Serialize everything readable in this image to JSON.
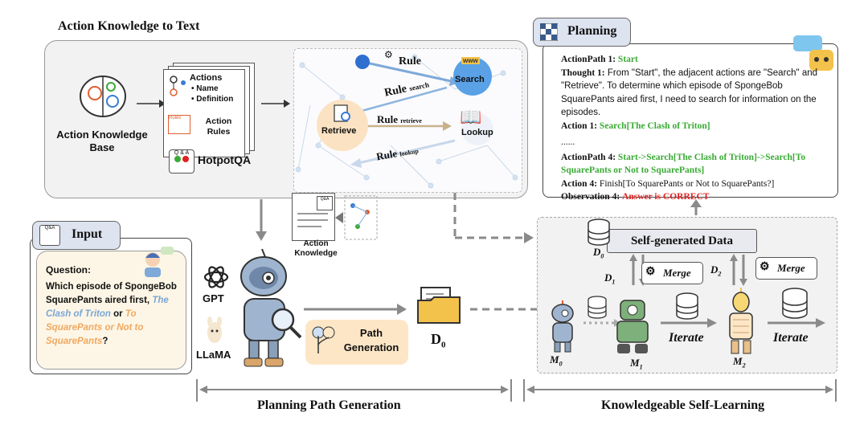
{
  "top_section": {
    "title": "Action Knowledge to Text",
    "kb_label": "Action Knowledge Base",
    "doc": {
      "actions": "Actions",
      "bullet_name": "Name",
      "bullet_definition": "Definition",
      "action_rules": "Action Rules",
      "rules_tag": "Rules"
    },
    "dataset_label": "HotpotQA",
    "qa_tag": "Q & A",
    "graph": {
      "rule": "Rule",
      "rule_search": "Rule",
      "rule_search_sub": "search",
      "rule_retrieve": "Rule",
      "rule_retrieve_sub": "retrieve",
      "rule_lookup": "Rule",
      "rule_lookup_sub": "lookup",
      "search_node": "Search",
      "retrieve_node": "Retrieve",
      "lookup_node": "Lookup",
      "www": "www"
    }
  },
  "planning": {
    "label": "Planning",
    "action_path_1_label": "ActionPath 1:",
    "action_path_1_value": "Start",
    "thought_1_label": "Thought 1:",
    "thought_1_text": "From \"Start\", the adjacent actions are \"Search\" and \"Retrieve\". To determine which episode of SpongeBob SquarePants aired first, I need to search for information on the episodes.",
    "action_1_label": "Action 1:",
    "action_1_value": "Search[The Clash of Triton]",
    "ellipsis": "......",
    "action_path_4_label": "ActionPath 4:",
    "action_path_4_value": "Start->Search[The Clash of Triton]->Search[To SquarePants or Not to SquarePants]",
    "action_4_label": "Action 4:",
    "action_4_value": "Finish[To SquarePants or Not to SquarePants?]",
    "observation_4_label": "Observation 4:",
    "observation_4_value": "Answer is CORRECT"
  },
  "input": {
    "label": "Input",
    "question_label": "Question:",
    "q_part1": "Which episode of SpongeBob SquarePants aired first,",
    "q_option1": "The Clash of Triton",
    "q_or": "or",
    "q_option2": "To SquarePants or Not to SquarePants",
    "q_end": "?"
  },
  "middle": {
    "gpt": "GPT",
    "llama": "LLaMA",
    "action_knowledge": "Action Knowledge",
    "path_generation": "Path Generation",
    "d0": "D",
    "d0_sub": "0"
  },
  "self_learning": {
    "self_generated_data": "Self-generated Data",
    "d0": "D",
    "d0_sub": "0",
    "d1": "D",
    "d1_sub": "1",
    "d2": "D",
    "d2_sub": "2",
    "merge": "Merge",
    "iterate": "Iterate",
    "m0": "M",
    "m0_sub": "0",
    "m1": "M",
    "m1_sub": "1",
    "m2": "M",
    "m2_sub": "2"
  },
  "footer": {
    "left": "Planning Path Generation",
    "right": "Knowledgeable Self-Learning"
  },
  "colors": {
    "green": "#3aaa35",
    "red": "#e02020",
    "blue_italic": "#7aa6d6",
    "orange_italic": "#f0a860",
    "path_gen_bg": "#fde6c6",
    "label_bg": "#dde3ef"
  }
}
